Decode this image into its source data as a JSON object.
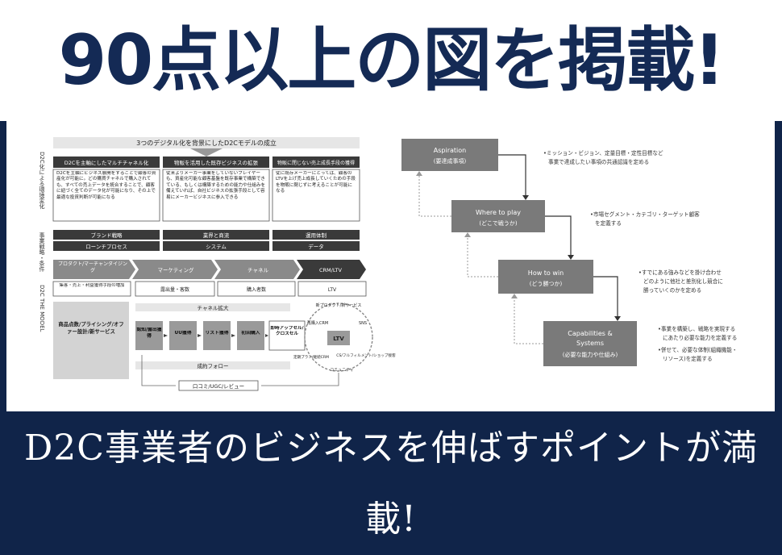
{
  "headline": "90点以上の図を掲載!",
  "footer": "D2C事業者のビジネスを伸ばすポイントが満載!",
  "left_diagram": {
    "title": "3つのデジタル化を背景にしたD2Cモデルの成立",
    "side_label_1": "D2C化による環境変化",
    "side_label_2": "事業戦略・条件",
    "side_label_3": "D2C THE MODEL",
    "columns": [
      {
        "header": "D2Cを主軸にしたマルチチャネル化",
        "body": "D2Cを主軸にビジネス展開をすることで顧客の資産化が可能に。どの購買チャネルで購入されても、すべての売上データを統合することで、顧客に紐づく全てのデータ化が可能になり、その上で最適な投資判断が可能になる"
      },
      {
        "header": "物販を活用した既存ビジネスの拡張",
        "body": "従来よりメーカー事業をしていないプレイヤーも、資産化可能な顧客基盤を既存事業で構築できている、もしくは構築するための能力や仕組みを備えていれば、自社ビジネスの拡張手段として容易にメーカービジネスに参入できる"
      },
      {
        "header": "物販に閉じない売上成長手段の獲得",
        "body": "従に既存メーカーにとっては、顧客のLTVを上げ売上成長していくための手段を物販に閉じずに考えることが可能になる"
      }
    ],
    "strategy_row_1": [
      "ブランド戦略",
      "業界と商流",
      "運用体制"
    ],
    "strategy_row_2": [
      "ローンチプロセス",
      "システム",
      "データ"
    ],
    "arrow_steps": [
      "プロダクト/マーチャンダイジング",
      "マーケティング",
      "チャネル",
      "CRM/LTV"
    ],
    "kpi_boxes": [
      "集客・売上・利益獲得手段の増加",
      "露出量・客数",
      "購入者数",
      "LTV"
    ],
    "model_left_box": "商品点数/プライシング/オファー設計/新サービス",
    "channel_expand": "チャネル拡大",
    "funnel": [
      "認知/露出獲得",
      "UU獲得",
      "リスト獲得",
      "初回購入",
      "即時アップセル/クロスセル"
    ],
    "ltv_center": "LTV",
    "ltv_ring": [
      "新プロダクト/新サービス",
      "再購入CRM",
      "SNS",
      "CS/フルフィルメント/ショップ接客",
      "定期プラン/継続CRM",
      "コミュニティ"
    ],
    "follow": "成約フォロー",
    "review_bar": "口コミ/UGC/レビュー"
  },
  "right_diagram": {
    "steps": [
      {
        "title": "Aspiration",
        "subtitle": "(要達成事項)",
        "note_1": "•ミッション・ビジョン、定量目標・定性目標など",
        "note_2": "事業で達成したい事項の共通認識を定める"
      },
      {
        "title": "Where to play",
        "subtitle": "(どこで戦うか)",
        "note_1": "•市場セグメント・カテゴリ・ターゲット顧客",
        "note_2": "を定義する"
      },
      {
        "title": "How to win",
        "subtitle": "(どう勝つか)",
        "note_1": "•すでにある強みなどを掛け合わせ",
        "note_2": "どのように他社と差別化し競合に",
        "note_3": "勝っていくのかを定める"
      },
      {
        "title": "Capabilities &",
        "title_2": "Systems",
        "subtitle": "(必要な能力や仕組み)",
        "note_1": "•事業を構築し、戦略を実現する",
        "note_2": "にあたり必要な能力を定義する",
        "note_3": "•併せて、必要な体制(組織機能・",
        "note_4": "リソース)を定義する"
      }
    ]
  }
}
